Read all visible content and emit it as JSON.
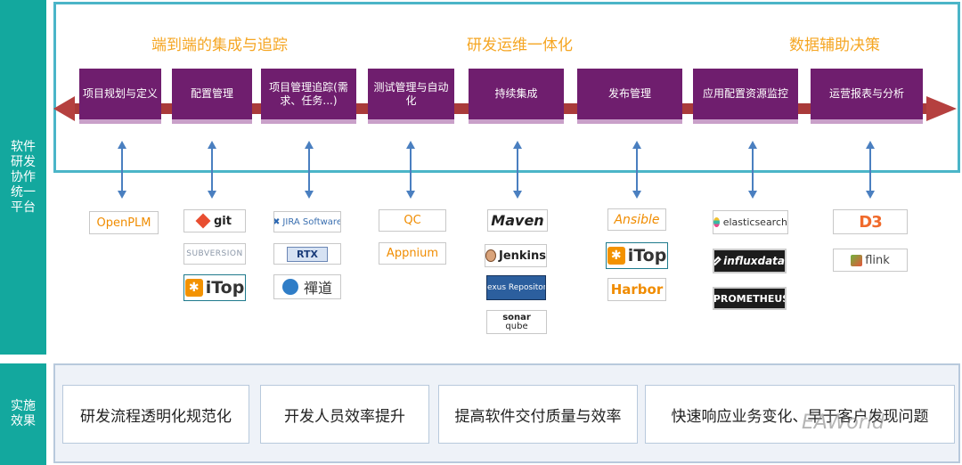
{
  "side_labels": {
    "top": "软件研发协作统一平台",
    "bottom": "实施效果"
  },
  "phases": [
    "端到端的集成与追踪",
    "研发运维一体化",
    "数据辅助决策"
  ],
  "processes": [
    "项目规划与定义",
    "配置管理",
    "项目管理追踪(需求、任务...)",
    "测试管理与自动化",
    "持续集成",
    "发布管理",
    "应用配置资源监控",
    "运营报表与分析"
  ],
  "tools": {
    "openplm": "OpenPLM",
    "git": "git",
    "subversion": "SUBVERSION",
    "itop1": "iTop",
    "jira": "JIRA Software",
    "rtx": "RTX",
    "chandao": "禪道",
    "qc": "QC",
    "appnium": "Appnium",
    "maven": "Maven",
    "jenkins": "Jenkins",
    "nexus": "Nexus Repository",
    "sonar_top": "sonar",
    "sonar_bottom": "qube",
    "ansible": "Ansible",
    "itop2": "iTop",
    "harbor": "Harbor",
    "elasticsearch": "elasticsearch",
    "influx": "influxdata",
    "prometheus": "PROMETHEUS",
    "d3": "D3",
    "flink": "flink"
  },
  "effects": [
    "研发流程透明化规范化",
    "开发人员效率提升",
    "提高软件交付质量与效率",
    "快速响应业务变化、早于客户发现问题"
  ],
  "watermark": "EAWorld"
}
